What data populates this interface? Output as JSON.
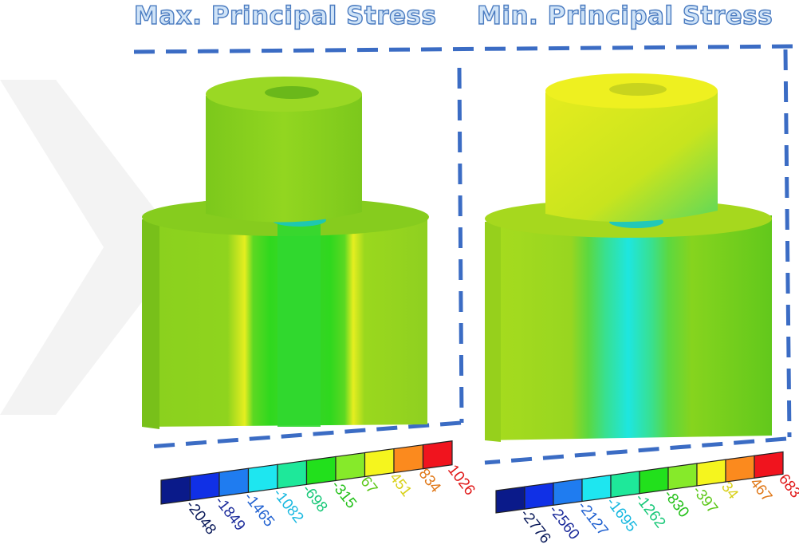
{
  "titles": {
    "max": "Max. Principal Stress",
    "min": "Min. Principal Stress"
  },
  "colorbars": {
    "colors": [
      "#0a1a8a",
      "#1030e6",
      "#1f7cf0",
      "#1ee6f0",
      "#1ee89a",
      "#22e01c",
      "#86ea2a",
      "#f5f51e",
      "#fb8a1e",
      "#f0141e"
    ],
    "max": {
      "labels": [
        "-2048",
        "-1849",
        "-1465",
        "-1082",
        "-698",
        "-315",
        "67",
        "451",
        "834",
        "1026"
      ],
      "label_colors": [
        "#0a1a5a",
        "#1a2a9a",
        "#1f60d0",
        "#18b8e0",
        "#18c878",
        "#22c018",
        "#5cc818",
        "#d8d018",
        "#e07818",
        "#e01818"
      ]
    },
    "min": {
      "labels": [
        "-2776",
        "-2560",
        "-2127",
        "-1695",
        "-1262",
        "-830",
        "-397",
        "34",
        "467",
        "683"
      ],
      "label_colors": [
        "#0a1a5a",
        "#1a2a9a",
        "#1f60d0",
        "#18b8e0",
        "#18c878",
        "#22c018",
        "#5cc818",
        "#d8d018",
        "#e07818",
        "#e01818"
      ]
    }
  },
  "frame_color": "#3b6cc4"
}
